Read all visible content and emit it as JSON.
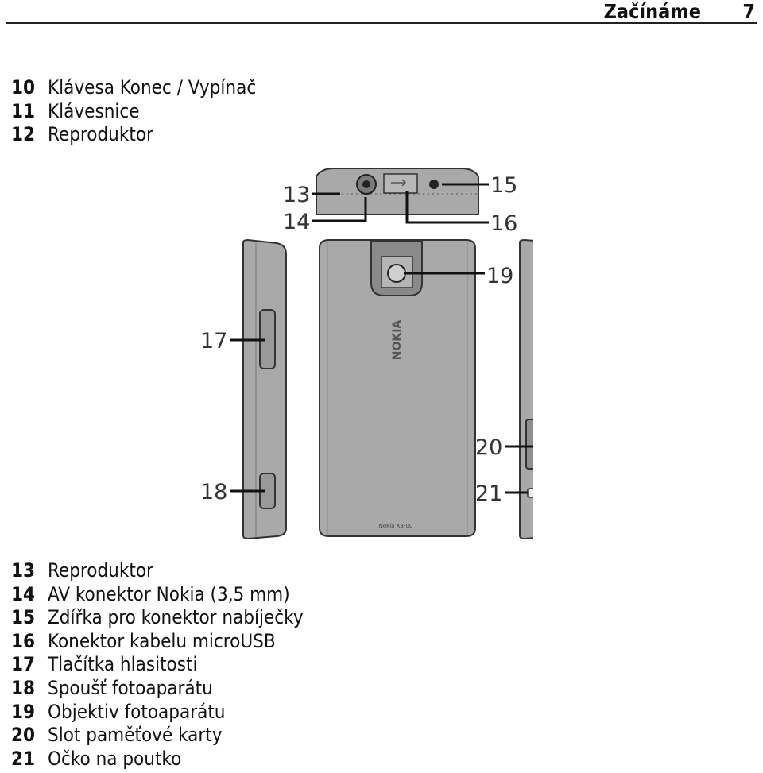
{
  "header": {
    "chapter_title": "Začínáme",
    "page_number": "7"
  },
  "legend_top": [
    {
      "num": "10",
      "label": "Klávesa Konec / Vypínač"
    },
    {
      "num": "11",
      "label": "Klávesnice"
    },
    {
      "num": "12",
      "label": "Reproduktor"
    }
  ],
  "figure": {
    "callouts": [
      "13",
      "14",
      "15",
      "16",
      "17",
      "18",
      "19",
      "20",
      "21"
    ],
    "device_brand": "NOKIA",
    "device_model": "Nokia X3-00"
  },
  "legend_bottom": [
    {
      "num": "13",
      "label": "Reproduktor"
    },
    {
      "num": "14",
      "label": "AV konektor Nokia (3,5 mm)"
    },
    {
      "num": "15",
      "label": "Zdířka pro konektor nabíječky"
    },
    {
      "num": "16",
      "label": "Konektor kabelu microUSB"
    },
    {
      "num": "17",
      "label": "Tlačítka hlasitosti"
    },
    {
      "num": "18",
      "label": "Spoušť fotoaparátu"
    },
    {
      "num": "19",
      "label": "Objektiv fotoaparátu"
    },
    {
      "num": "20",
      "label": "Slot paměťové karty"
    },
    {
      "num": "21",
      "label": "Očko na poutko"
    }
  ]
}
